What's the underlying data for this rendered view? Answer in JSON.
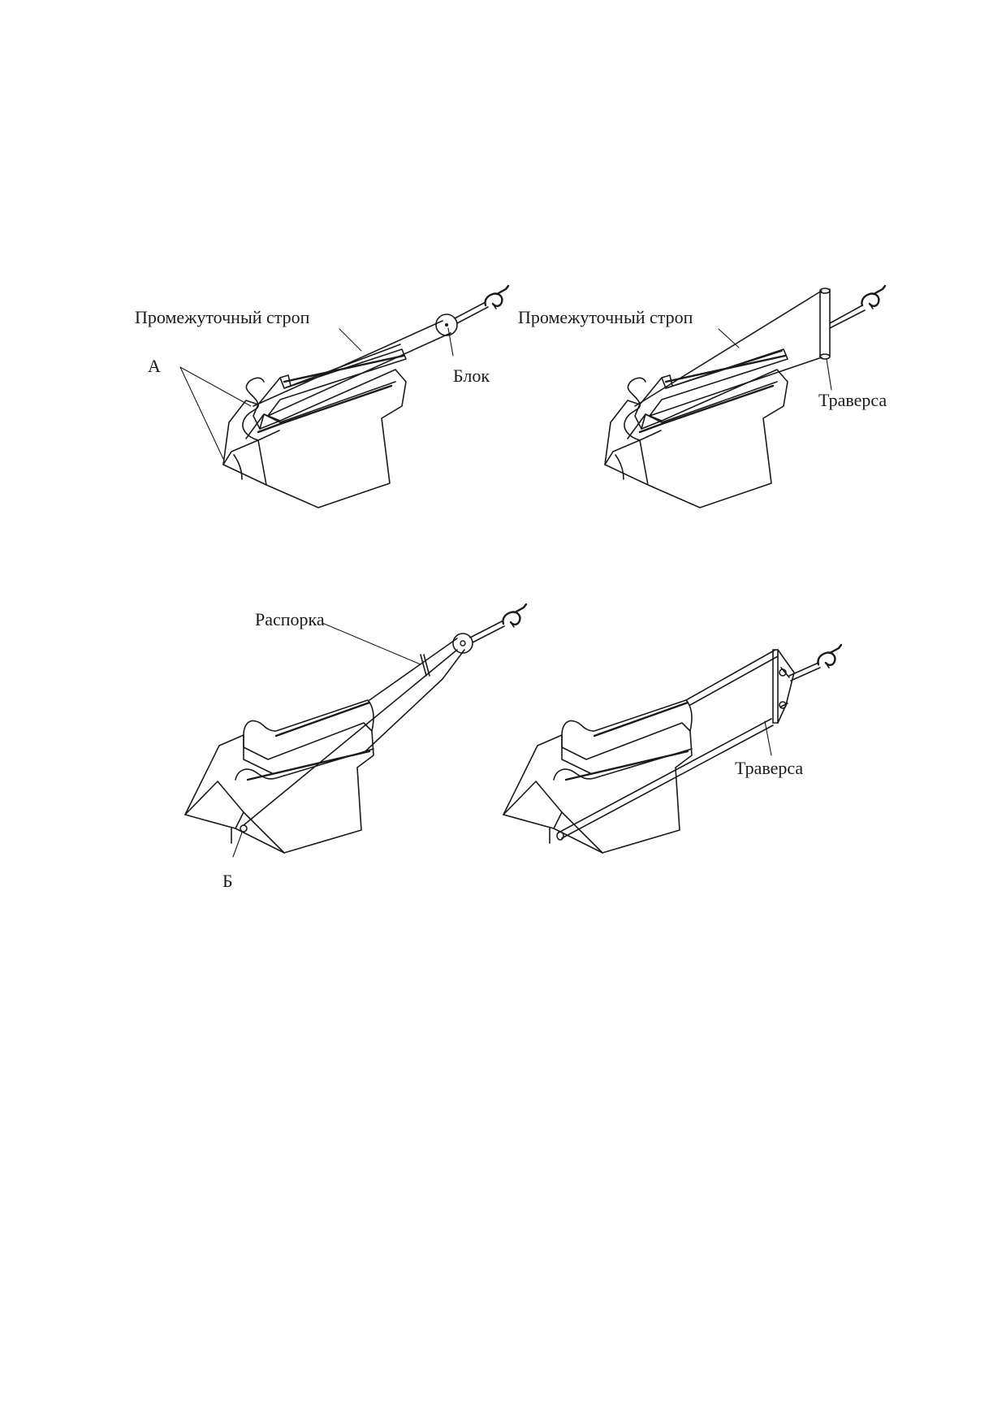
{
  "figures": [
    {
      "id": "top-left",
      "labels": {
        "sling": "Промежуточный строп",
        "point_a": "А",
        "block": "Блок"
      }
    },
    {
      "id": "top-right",
      "labels": {
        "sling": "Промежуточный строп",
        "traverse": "Траверса"
      }
    },
    {
      "id": "bottom-left",
      "labels": {
        "spreader": "Распорка",
        "point_b": "Б"
      }
    },
    {
      "id": "bottom-right",
      "labels": {
        "traverse": "Траверса"
      }
    }
  ]
}
